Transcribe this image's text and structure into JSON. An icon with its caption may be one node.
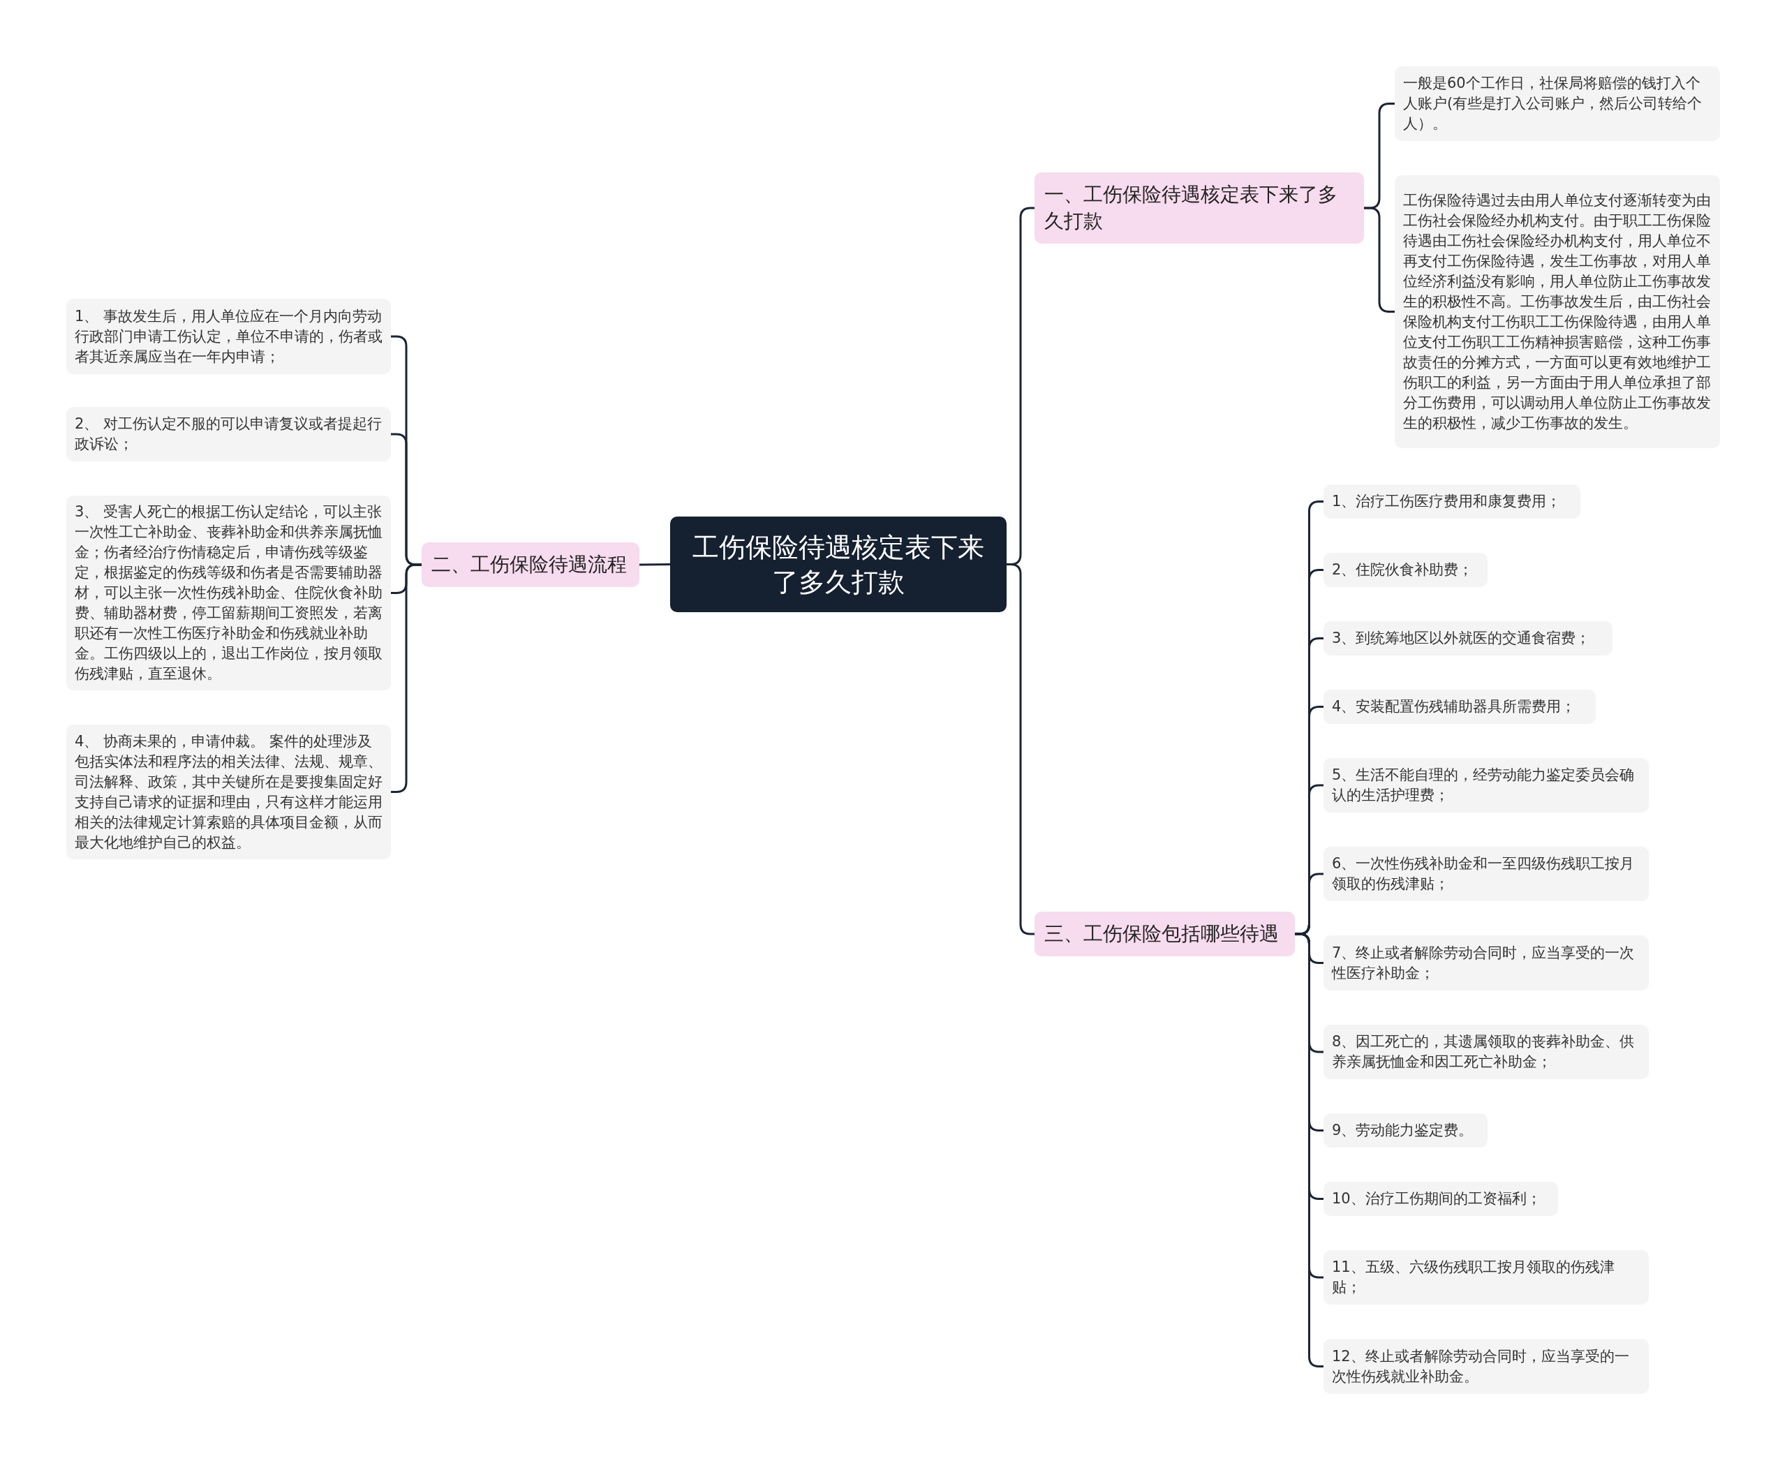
{
  "diagram": {
    "nodes": [
      {
        "text": [
          "工伤保险待遇核定表下来了多久打款"
        ]
      },
      {
        "text": [
          "一、工伤保险待遇核定表下来了多久打款"
        ]
      },
      {
        "text": [
          "一般是60个工作日，社保局将赔偿的钱打入个人账户(有些是打入公司账户，然后公司转给个人）。"
        ]
      },
      {
        "text": [
          "工伤保险待遇过去由用人单位支付逐渐转变为由工伤社会保险经办机构支付。由于职工工伤保险待遇由工伤社会保险经办机构支付，用人单位不再支付工伤保险待遇，发生工伤事故，对用人单位经济利益没有影响，用人单位防止工伤事故发生的积极性不高。工伤事故发生后，由工伤社会保险机构支付工伤职工工伤保险待遇，由用人单位支付工伤职工工伤精神损害赔偿，这种工伤事故责任的分摊方式，一方面可以更有效地维护工伤职工的利益，另一方面由于用人单位承担了部分工伤费用，可以调动用人单位防止工伤事故发生的积极性，减少工伤事故的发生。"
        ]
      },
      {
        "text": [
          "二、工伤保险待遇流程"
        ]
      },
      {
        "text": [
          "1、 事故发生后，用人单位应在一个月内向劳动行政部门申请工伤认定，单位不申请的，伤者或者其近亲属应当在一年内申请；"
        ]
      },
      {
        "text": [
          "2、 对工伤认定不服的可以申请复议或者提起行政诉讼；"
        ]
      },
      {
        "text": [
          "3、 受害人死亡的根据工伤认定结论，可以主张一次性工亡补助金、丧葬补助金和供养亲属抚恤金；伤者经治疗伤情稳定后，申请伤残等级鉴定，根据鉴定的伤残等级和伤者是否需要辅助器材，可以主张一次性伤残补助金、住院伙食补助费、辅助器材费，停工留薪期间工资照发，若离职还有一次性工伤医疗补助金和伤残就业补助金。工伤四级以上的，退出工作岗位，按月领取伤残津贴，直至退休。"
        ]
      },
      {
        "text": [
          "4、 协商未果的，申请仲裁。 案件的处理涉及包括实体法和程序法的相关法律、法规、规章、司法解释、政策，其中关键所在是要搜集固定好支持自己请求的证据和理由，只有这样才能运用相关的法律规定计算索赔的具体项目金额，从而最大化地维护自己的权益。"
        ]
      },
      {
        "text": [
          "三、工伤保险包括哪些待遇"
        ]
      },
      {
        "text": [
          "1、治疗工伤医疗费用和康复费用；"
        ]
      },
      {
        "text": [
          "2、住院伙食补助费；"
        ]
      },
      {
        "text": [
          "3、到统筹地区以外就医的交通食宿费；"
        ]
      },
      {
        "text": [
          "4、安装配置伤残辅助器具所需费用；"
        ]
      },
      {
        "text": [
          "5、生活不能自理的，经劳动能力鉴定委员会确认的生活护理费；"
        ]
      },
      {
        "text": [
          "6、一次性伤残补助金和一至四级伤残职工按月领取的伤残津贴；"
        ]
      },
      {
        "text": [
          "7、终止或者解除劳动合同时，应当享受的一次性医疗补助金；"
        ]
      },
      {
        "text": [
          "8、因工死亡的，其遗属领取的丧葬补助金、供养亲属抚恤金和因工死亡补助金；"
        ]
      },
      {
        "text": [
          "9、劳动能力鉴定费。"
        ]
      },
      {
        "text": [
          "10、治疗工伤期间的工资福利；"
        ]
      },
      {
        "text": [
          "11、五级、六级伤残职工按月领取的伤残津贴；"
        ]
      },
      {
        "text": [
          "12、终止或者解除劳动合同时，应当享受的一次性伤残就业补助金。"
        ]
      }
    ],
    "edges": [
      {
        "from": 0,
        "to": 1,
        "arrow": "none"
      },
      {
        "from": 1,
        "to": 2,
        "arrow": "none"
      },
      {
        "from": 1,
        "to": 3,
        "arrow": "none"
      },
      {
        "from": 0,
        "to": 4,
        "arrow": "none"
      },
      {
        "from": 4,
        "to": 5,
        "arrow": "none"
      },
      {
        "from": 4,
        "to": 6,
        "arrow": "none"
      },
      {
        "from": 4,
        "to": 7,
        "arrow": "none"
      },
      {
        "from": 4,
        "to": 8,
        "arrow": "none"
      },
      {
        "from": 0,
        "to": 9,
        "arrow": "none"
      },
      {
        "from": 9,
        "to": 10,
        "arrow": "none"
      },
      {
        "from": 9,
        "to": 11,
        "arrow": "none"
      },
      {
        "from": 9,
        "to": 12,
        "arrow": "none"
      },
      {
        "from": 9,
        "to": 13,
        "arrow": "none"
      },
      {
        "from": 9,
        "to": 14,
        "arrow": "none"
      },
      {
        "from": 9,
        "to": 15,
        "arrow": "none"
      },
      {
        "from": 9,
        "to": 16,
        "arrow": "none"
      },
      {
        "from": 9,
        "to": 17,
        "arrow": "none"
      },
      {
        "from": 9,
        "to": 18,
        "arrow": "none"
      },
      {
        "from": 9,
        "to": 19,
        "arrow": "none"
      },
      {
        "from": 9,
        "to": 20,
        "arrow": "none"
      },
      {
        "from": 9,
        "to": 21,
        "arrow": "none"
      }
    ]
  }
}
